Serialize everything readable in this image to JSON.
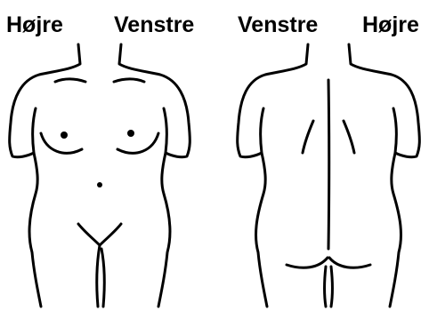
{
  "labels": {
    "front_right": "Højre",
    "front_left": "Venstre",
    "back_left": "Venstre",
    "back_right": "Højre"
  },
  "colors": {
    "ink": "#000000",
    "background": "#ffffff"
  }
}
